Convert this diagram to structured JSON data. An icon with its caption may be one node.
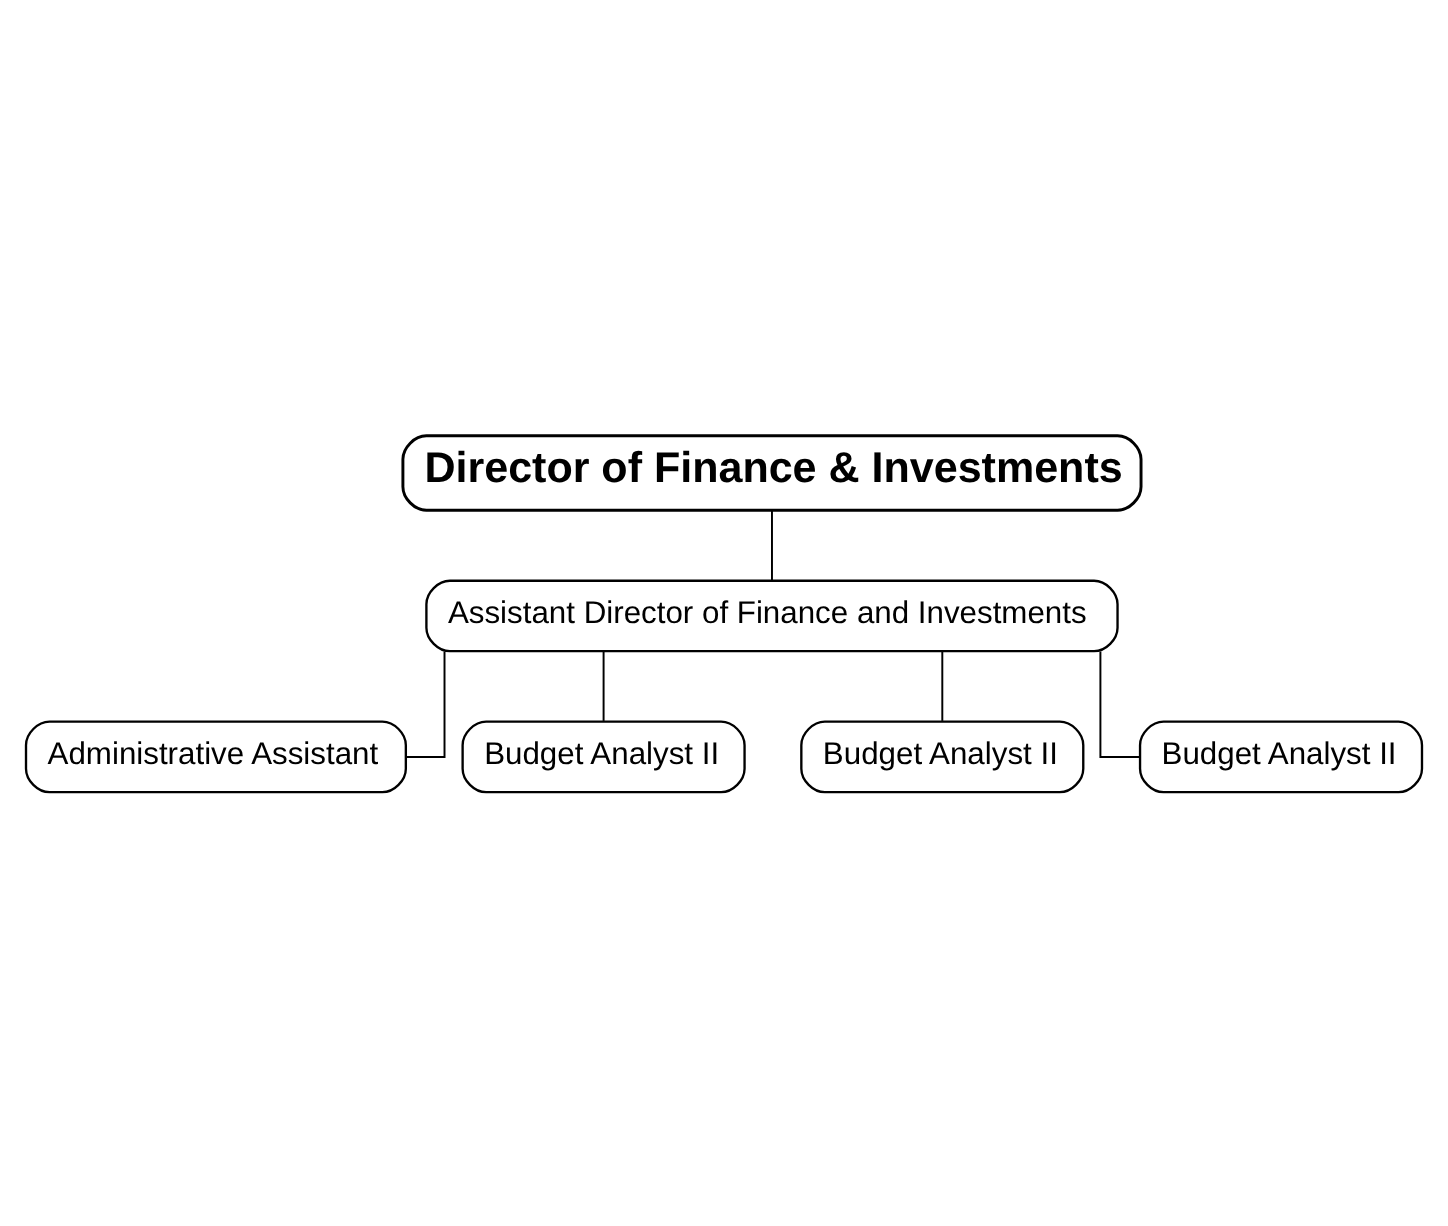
{
  "diagram": {
    "nodes": [
      {
        "text": [
          "Director of Finance & Investments"
        ]
      },
      {
        "text": [
          "Assistant Director of Finance and Investments"
        ]
      },
      {
        "text": [
          "Administrative Assistant"
        ]
      },
      {
        "text": [
          "Budget Analyst II"
        ]
      },
      {
        "text": [
          "Budget Analyst II"
        ]
      },
      {
        "text": [
          "Budget Analyst II"
        ]
      }
    ],
    "edges": [
      {
        "from": 0,
        "to": 1,
        "arrow": "none"
      },
      {
        "from": 1,
        "to": 2,
        "arrow": "none"
      },
      {
        "from": 1,
        "to": 3,
        "arrow": "none"
      },
      {
        "from": 1,
        "to": 4,
        "arrow": "none"
      },
      {
        "from": 1,
        "to": 5,
        "arrow": "none"
      }
    ]
  }
}
